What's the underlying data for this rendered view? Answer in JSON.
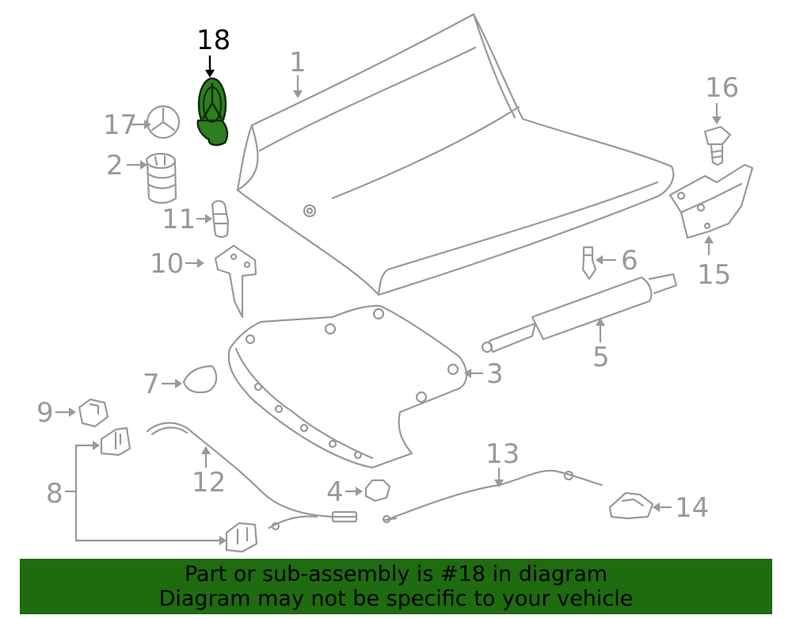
{
  "callouts": {
    "c1": "1",
    "c2": "2",
    "c3": "3",
    "c4": "4",
    "c5": "5",
    "c6": "6",
    "c7": "7",
    "c8": "8",
    "c9": "9",
    "c10": "10",
    "c11": "11",
    "c12": "12",
    "c13": "13",
    "c14": "14",
    "c15": "15",
    "c16": "16",
    "c17": "17",
    "c18": "18"
  },
  "highlighted_part": "18",
  "colors": {
    "highlight": "#2e7d1e",
    "banner": "#1f6b0f",
    "line": "#999999"
  },
  "banner": {
    "line1": "Part or sub-assembly is #18 in diagram",
    "line2": "Diagram may not be specific to your vehicle"
  }
}
